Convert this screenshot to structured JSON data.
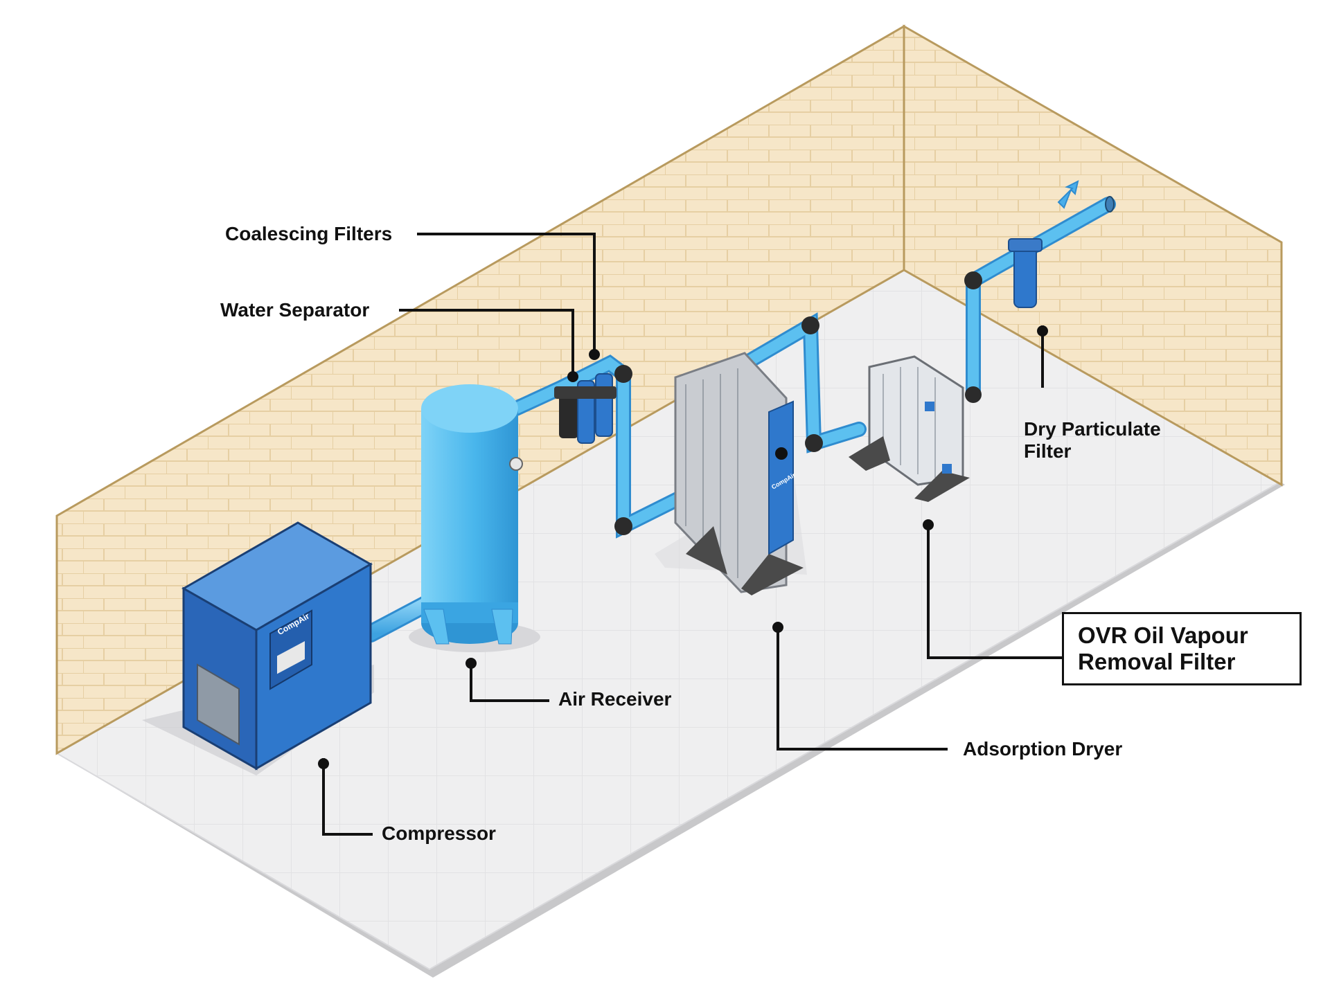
{
  "colors": {
    "wall": "#f6e6c8",
    "wall_line": "#e6cfa3",
    "floor": "#eeeeef",
    "pipe": "#4aaeea",
    "compressor": "#2f78cc",
    "receiver": "#5cc0f0",
    "equipment_metal": "#cfd3d8"
  },
  "labels": {
    "coalescing_filters": "Coalescing Filters",
    "water_separator": "Water Separator",
    "air_receiver": "Air Receiver",
    "compressor": "Compressor",
    "adsorption_dryer": "Adsorption Dryer",
    "ovr_line1": "OVR Oil Vapour",
    "ovr_line2": "Removal Filter",
    "dry_particulate_line1": "Dry Particulate",
    "dry_particulate_line2": "Filter"
  },
  "brand": {
    "compressor_logo": "CompAir",
    "dryer_logo": "CompAir"
  }
}
